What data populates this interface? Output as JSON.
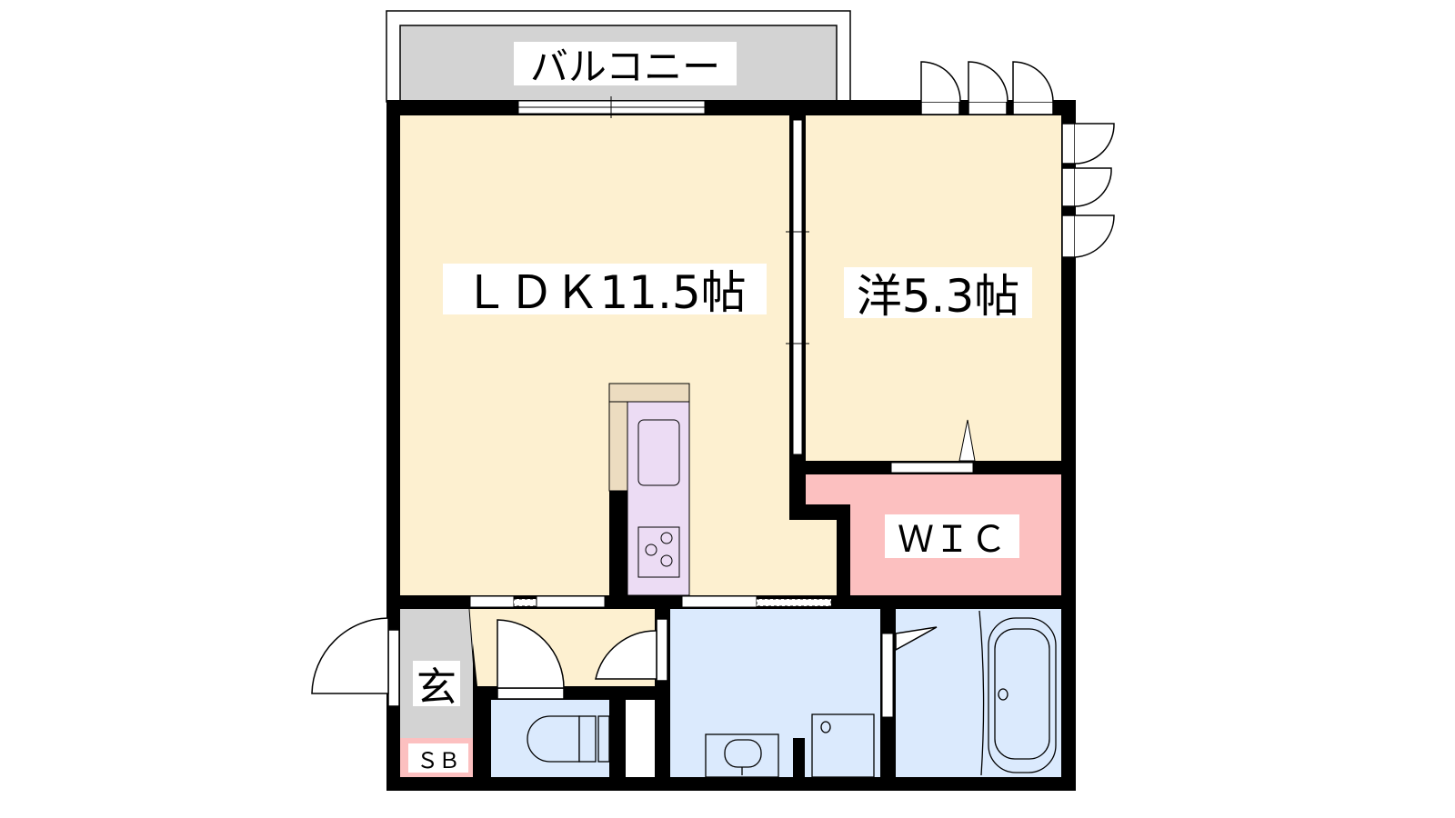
{
  "rooms": {
    "balcony": "バルコニー",
    "ldk": "ＬＤＫ11.5帖",
    "western_room": "洋5.3帖",
    "wic": "ＷＩＣ",
    "entrance": "玄",
    "shoe_box": "ＳＢ"
  },
  "colors": {
    "ldk": "#fdf0d0",
    "wic": "#fcc0c0",
    "wet_area": "#dbeafd",
    "kitchen": "#ecdcf4",
    "entrance": "#d3d3d3",
    "balcony": "#d3d3d3",
    "wall": "#000000"
  }
}
